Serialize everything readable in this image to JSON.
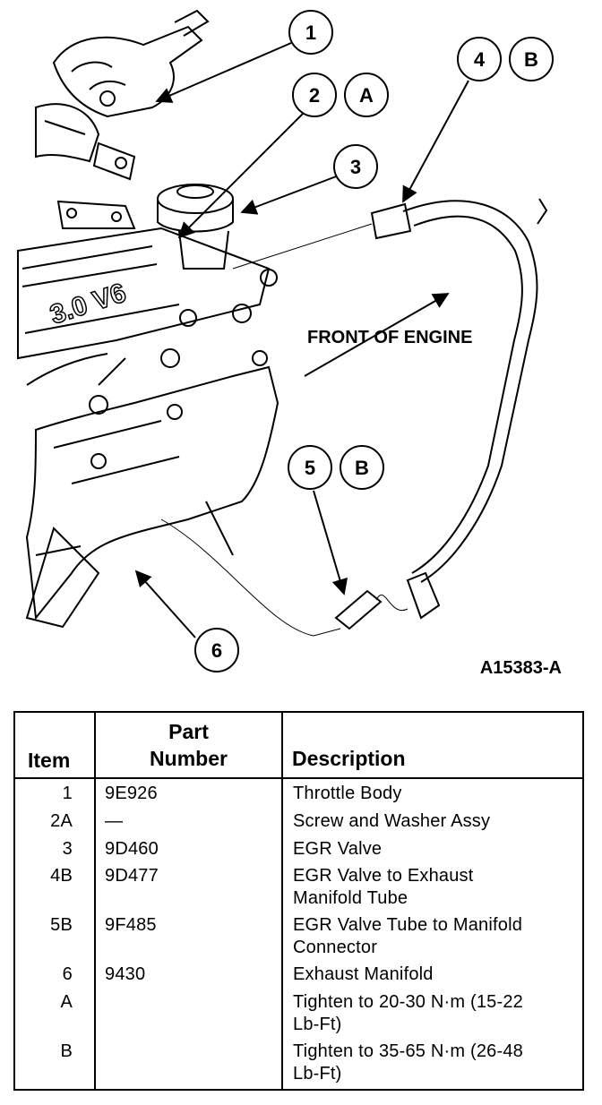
{
  "callouts": [
    {
      "id": "1"
    },
    {
      "id": "2",
      "code": "A"
    },
    {
      "id": "3"
    },
    {
      "id": "4",
      "code": "B"
    },
    {
      "id": "5",
      "code": "B"
    },
    {
      "id": "6"
    }
  ],
  "labels": {
    "front_of_engine": "FRONT OF ENGINE",
    "figure_id": "A15383-A",
    "engine_badge": "3.0 V6"
  },
  "table": {
    "headers": {
      "item": "Item",
      "part_line1": "Part",
      "part_line2": "Number",
      "description": "Description"
    },
    "rows": [
      {
        "item": "1",
        "part": "9E926",
        "desc1": "Throttle Body",
        "desc2": ""
      },
      {
        "item": "2A",
        "part": "—",
        "desc1": "Screw and Washer Assy",
        "desc2": ""
      },
      {
        "item": "3",
        "part": "9D460",
        "desc1": "EGR Valve",
        "desc2": ""
      },
      {
        "item": "4B",
        "part": "9D477",
        "desc1": "EGR Valve to Exhaust",
        "desc2": "Manifold Tube"
      },
      {
        "item": "5B",
        "part": "9F485",
        "desc1": "EGR Valve Tube to Manifold",
        "desc2": "Connector"
      },
      {
        "item": "6",
        "part": "9430",
        "desc1": "Exhaust Manifold",
        "desc2": ""
      },
      {
        "item": "A",
        "part": "",
        "desc1": "Tighten to 20-30 N·m (15-22",
        "desc2": "Lb-Ft)"
      },
      {
        "item": "B",
        "part": "",
        "desc1": "Tighten to 35-65 N·m (26-48",
        "desc2": "Lb-Ft)"
      }
    ]
  }
}
